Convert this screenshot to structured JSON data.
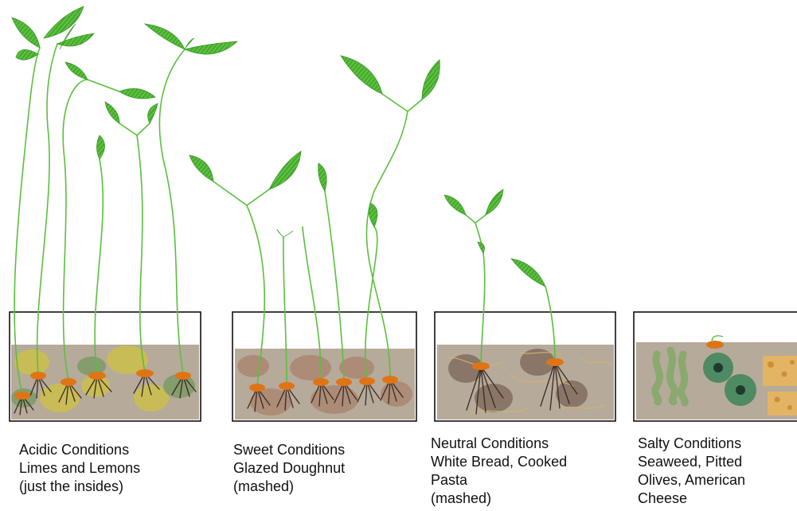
{
  "colors": {
    "plant": "#5bbf3e",
    "leaf_hatch": "#2e8c1c",
    "soil": "#b6aa9b",
    "seed": "#e07414",
    "root": "#3a2a22",
    "box_border": "#111111",
    "lime_blob": "#ccc04a",
    "green_blob": "#7d9a66",
    "doughnut_blob": "#a98068",
    "bread_blob": "#7a6558",
    "seaweed": "#86a96a",
    "olive": "#4e8a62",
    "olive_pit": "#1f3a2c",
    "cheese": "#e2b463",
    "cheese_spot": "#d08d37"
  },
  "conditions": [
    {
      "id": "acidic",
      "lines": [
        "Acidic Conditions",
        "Limes and Lemons",
        "(just the insides)"
      ]
    },
    {
      "id": "sweet",
      "lines": [
        "Sweet Conditions",
        "Glazed Doughnut",
        "(mashed)"
      ]
    },
    {
      "id": "neutral",
      "lines": [
        "Neutral Conditions",
        "White Bread, Cooked",
        "Pasta",
        "(mashed)"
      ]
    },
    {
      "id": "salty",
      "lines": [
        "Salty Conditions",
        "Seaweed, Pitted",
        "Olives, American",
        "Cheese"
      ]
    }
  ]
}
